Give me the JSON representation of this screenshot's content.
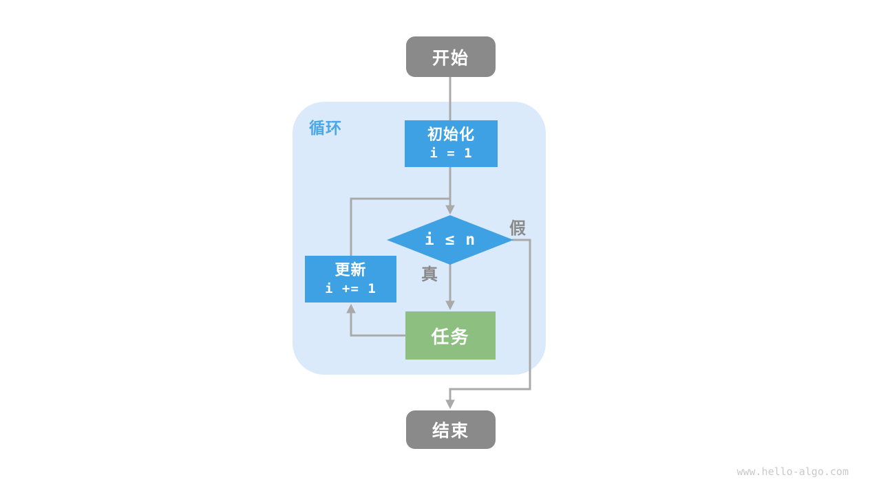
{
  "diagram": {
    "loop_container_label": "循环",
    "nodes": {
      "start": {
        "label": "开始"
      },
      "init": {
        "title": "初始化",
        "code": "i = 1"
      },
      "condition": {
        "label": "i ≤ n"
      },
      "task": {
        "label": "任务"
      },
      "update": {
        "title": "更新",
        "code": "i += 1"
      },
      "end": {
        "label": "结束"
      }
    },
    "edge_labels": {
      "true": "真",
      "false": "假"
    },
    "colors": {
      "process_blue": "#3ea1e4",
      "task_green": "#8cbf80",
      "terminal_gray": "#8a8a8a",
      "container_light_blue": "#dbeafa",
      "line_gray": "#a9a9a9",
      "loop_label_blue": "#4aa7e8",
      "edge_label_gray": "#8a8a8a",
      "watermark_gray": "#c9c9c9"
    }
  },
  "watermark": "www.hello-algo.com"
}
